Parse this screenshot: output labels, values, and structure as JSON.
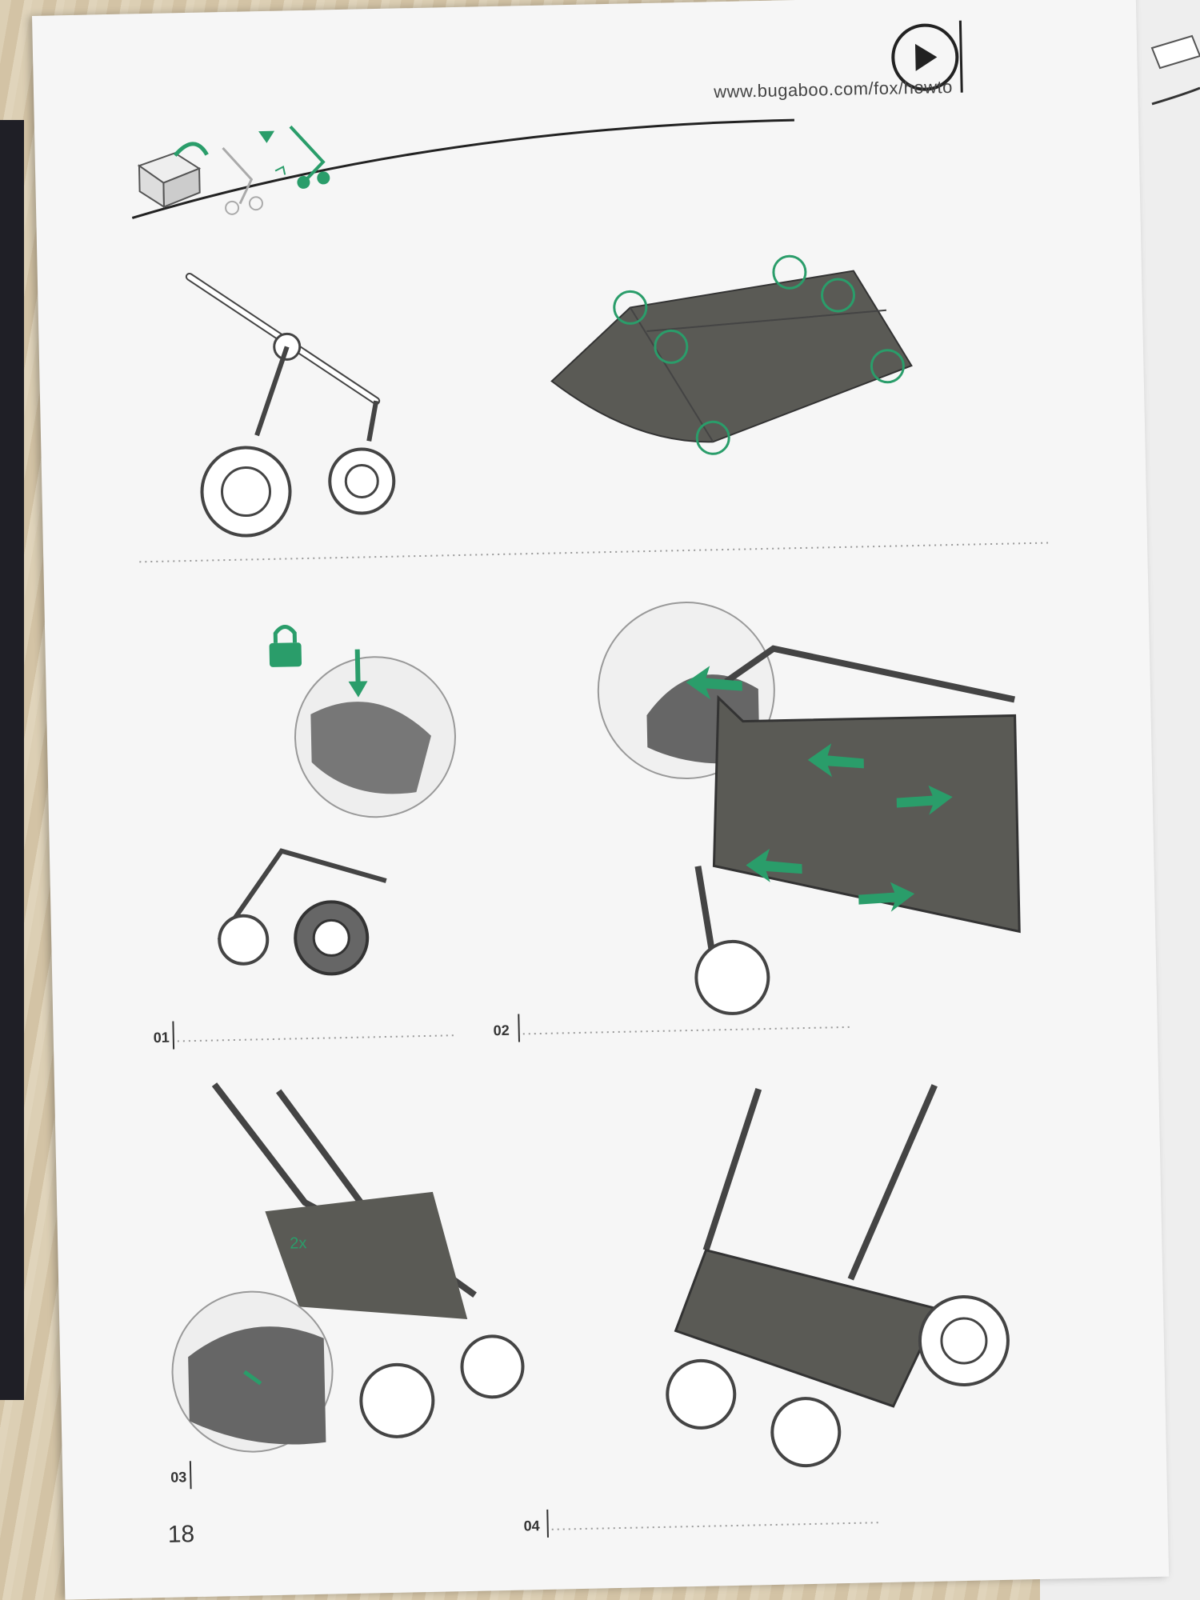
{
  "header": {
    "url": "www.bugaboo.com/fox/howto",
    "play_icon": "play-circle-icon",
    "box_icon": "unbox-icon"
  },
  "steps": [
    {
      "label": "01"
    },
    {
      "label": "02"
    },
    {
      "label": "03",
      "note": "2x"
    },
    {
      "label": "04"
    }
  ],
  "page_number": "18",
  "colors": {
    "accent": "#2a9d6a",
    "fabric": "#5a5a55",
    "line": "#333333"
  }
}
